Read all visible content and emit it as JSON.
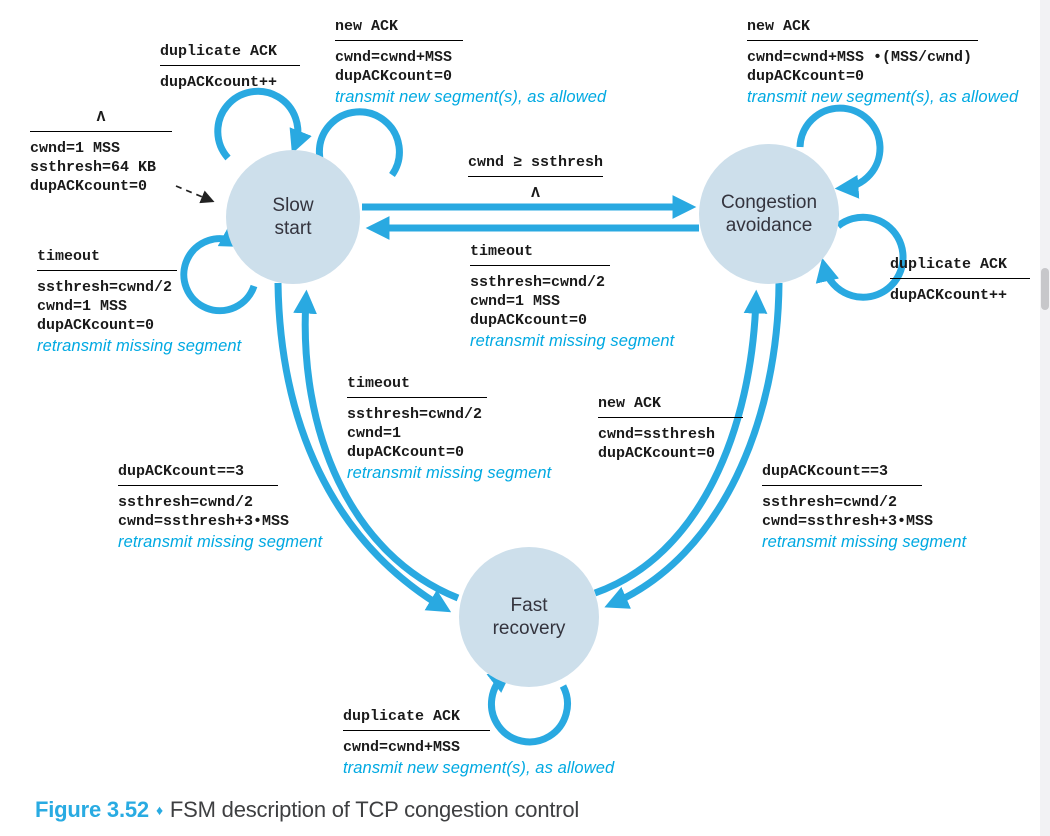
{
  "colors": {
    "arrow_blue": "#29a9e1",
    "state_fill": "#cddfeb",
    "action_blue": "#00a9e2",
    "caption_blue": "#29abe2"
  },
  "states": {
    "slow_start": {
      "line1": "Slow",
      "line2": "start"
    },
    "congestion_avoidance": {
      "line1": "Congestion",
      "line2": "avoidance"
    },
    "fast_recovery": {
      "line1": "Fast",
      "line2": "recovery"
    }
  },
  "labels": {
    "init": {
      "event": "Λ",
      "lines": [
        "cwnd=1 MSS",
        "ssthresh=64 KB",
        "dupACKcount=0"
      ]
    },
    "ss_dup": {
      "event": "duplicate ACK",
      "lines": [
        "dupACKcount++"
      ]
    },
    "ss_new": {
      "event": "new ACK",
      "lines": [
        "cwnd=cwnd+MSS",
        "dupACKcount=0"
      ],
      "italic": "transmit new segment(s), as allowed"
    },
    "ca_new": {
      "event": "new ACK",
      "lines": [
        "cwnd=cwnd+MSS •(MSS/cwnd)",
        "dupACKcount=0"
      ],
      "italic": "transmit new segment(s), as allowed"
    },
    "ss_to_ca": {
      "event": "cwnd ≥ ssthresh",
      "lines": [
        "Λ"
      ]
    },
    "ca_to_ss": {
      "event": "timeout",
      "lines": [
        "ssthresh=cwnd/2",
        "cwnd=1 MSS",
        "dupACKcount=0"
      ],
      "italic": "retransmit missing segment"
    },
    "ss_timeout": {
      "event": "timeout",
      "lines": [
        "ssthresh=cwnd/2",
        "cwnd=1 MSS",
        "dupACKcount=0"
      ],
      "italic": "retransmit missing segment"
    },
    "fr_to_ss": {
      "event": "timeout",
      "lines": [
        "ssthresh=cwnd/2",
        "cwnd=1",
        "dupACKcount=0"
      ],
      "italic": "retransmit missing segment"
    },
    "fr_to_ca": {
      "event": "new ACK",
      "lines": [
        "cwnd=ssthresh",
        "dupACKcount=0"
      ]
    },
    "ss_to_fr": {
      "event": "dupACKcount==3",
      "lines": [
        "ssthresh=cwnd/2",
        "cwnd=ssthresh+3•MSS"
      ],
      "italic": "retransmit missing segment"
    },
    "ca_to_fr": {
      "event": "dupACKcount==3",
      "lines": [
        "ssthresh=cwnd/2",
        "cwnd=ssthresh+3•MSS"
      ],
      "italic": "retransmit missing segment"
    },
    "ca_dup": {
      "event": "duplicate ACK",
      "lines": [
        "dupACKcount++"
      ]
    },
    "fr_dup": {
      "event": "duplicate ACK",
      "lines": [
        "cwnd=cwnd+MSS"
      ],
      "italic": "transmit new segment(s), as allowed"
    }
  },
  "caption": {
    "figure": "Figure 3.52",
    "separator": "♦",
    "text": "FSM description of TCP congestion control"
  }
}
